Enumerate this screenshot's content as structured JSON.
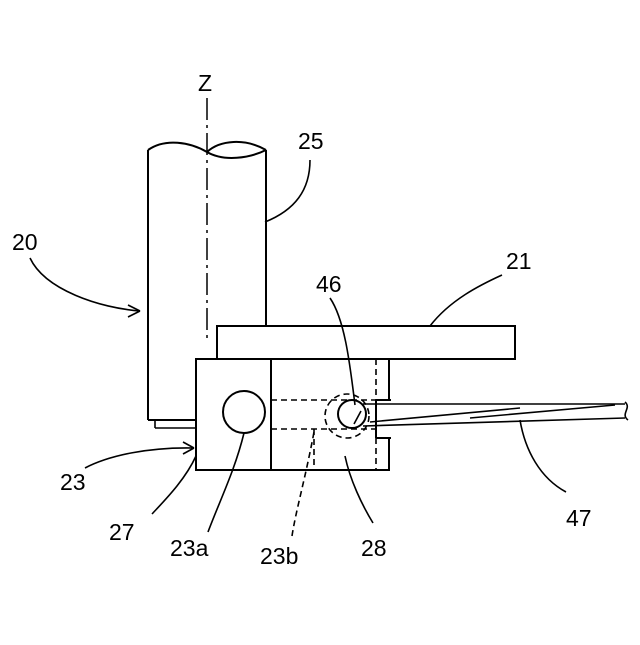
{
  "labels": {
    "axis_z": "Z",
    "ref_20": "20",
    "ref_25": "25",
    "ref_21": "21",
    "ref_46": "46",
    "ref_23": "23",
    "ref_27": "27",
    "ref_23a": "23a",
    "ref_23b": "23b",
    "ref_28": "28",
    "ref_47": "47"
  }
}
